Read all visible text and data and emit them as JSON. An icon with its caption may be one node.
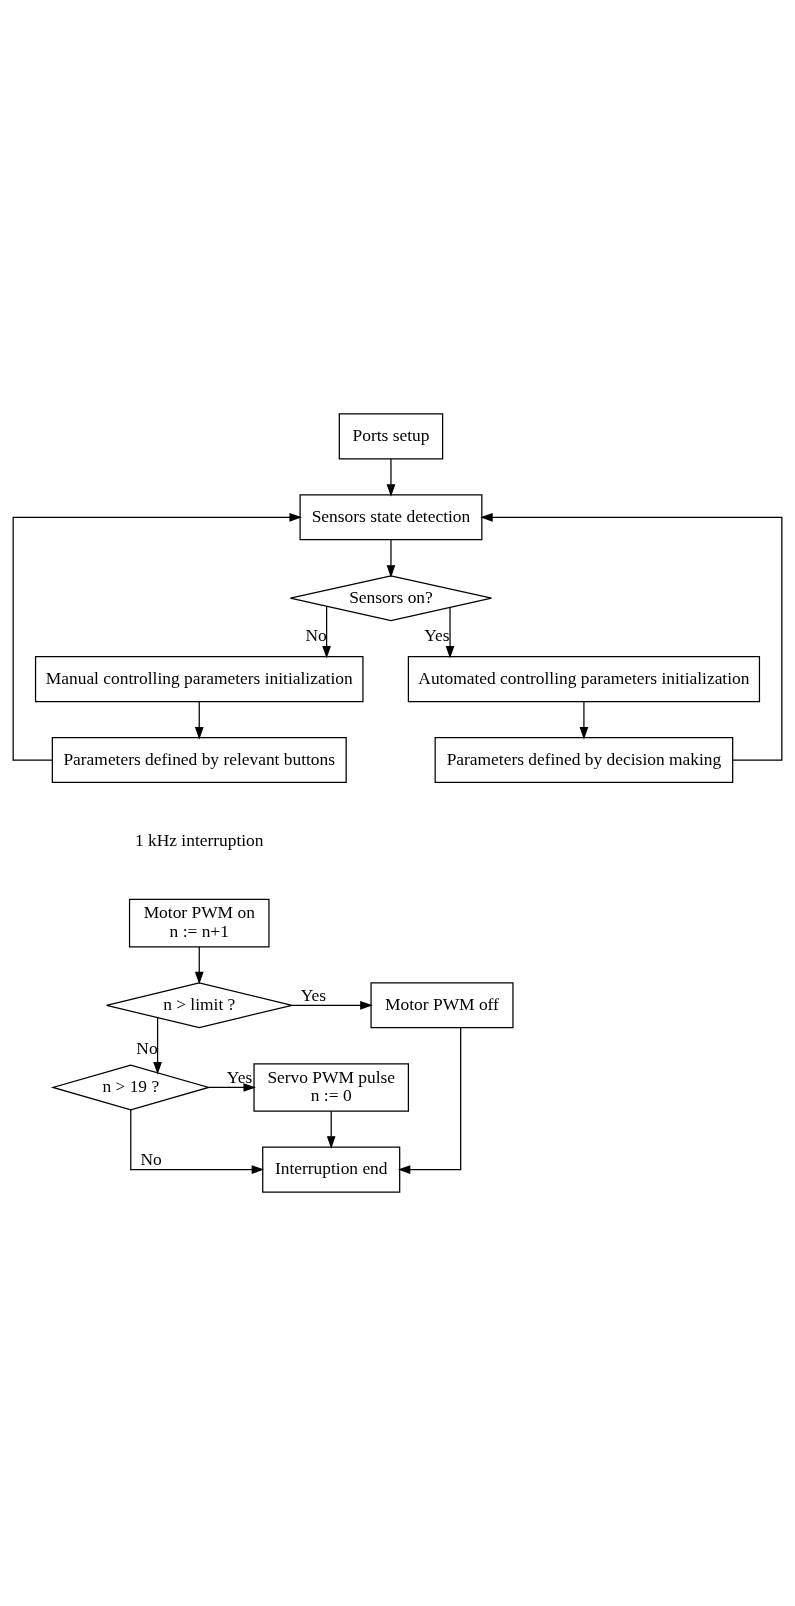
{
  "diagram": {
    "nodes": [
      {
        "text": [
          "Ports setup"
        ]
      },
      {
        "text": [
          "Sensors state detection"
        ]
      },
      {
        "text": [
          "Sensors on?"
        ]
      },
      {
        "text": [
          "Manual controlling parameters initialization"
        ]
      },
      {
        "text": [
          "Automated controlling parameters initialization"
        ]
      },
      {
        "text": [
          "Parameters defined by relevant buttons"
        ]
      },
      {
        "text": [
          "Parameters defined by decision making"
        ]
      },
      {
        "text": [
          "Motor PWM on",
          "n := n+1"
        ],
        "beside": [
          "1 kHz interruption"
        ]
      },
      {
        "text": [
          "n > limit ?"
        ]
      },
      {
        "text": [
          "Motor PWM off"
        ]
      },
      {
        "text": [
          "n > 19 ?"
        ]
      },
      {
        "text": [
          "Servo PWM pulse",
          "n := 0"
        ]
      },
      {
        "text": [
          "Interruption end"
        ]
      }
    ],
    "edges": [
      {
        "from": 0,
        "to": 1,
        "arrow": "to"
      },
      {
        "from": 1,
        "to": 2,
        "arrow": "to"
      },
      {
        "from": 2,
        "to": 4,
        "arrow": "to",
        "label": "Yes"
      },
      {
        "from": 2,
        "to": 3,
        "arrow": "to",
        "label": "No"
      },
      {
        "from": 3,
        "to": 5,
        "arrow": "to"
      },
      {
        "from": 4,
        "to": 6,
        "arrow": "to"
      },
      {
        "from": 5,
        "to": 1,
        "arrow": "to"
      },
      {
        "from": 6,
        "to": 1,
        "arrow": "to"
      },
      {
        "from": 7,
        "to": 8,
        "arrow": "to"
      },
      {
        "from": 8,
        "to": 9,
        "arrow": "to",
        "label": "Yes"
      },
      {
        "from": 8,
        "to": 10,
        "arrow": "to",
        "label": "No"
      },
      {
        "from": 10,
        "to": 11,
        "arrow": "to",
        "label": "Yes"
      },
      {
        "from": 10,
        "to": 12,
        "arrow": "to",
        "label": "No"
      },
      {
        "from": 11,
        "to": 12,
        "arrow": "to"
      },
      {
        "from": 9,
        "to": 12,
        "arrow": "to"
      }
    ]
  }
}
